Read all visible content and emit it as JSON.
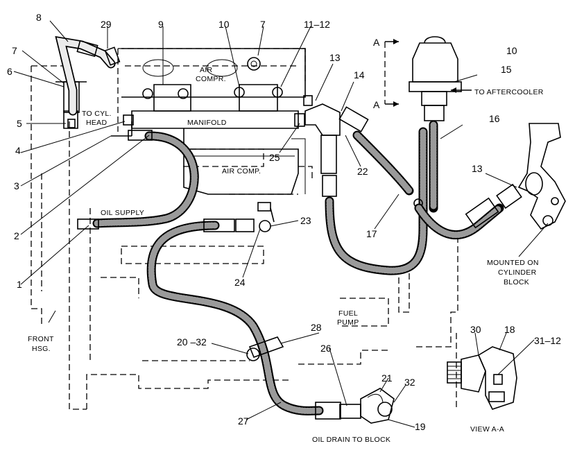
{
  "callouts": {
    "c1": "1",
    "c2": "2",
    "c3": "3",
    "c4": "4",
    "c5": "5",
    "c6": "6",
    "c7a": "7",
    "c7b": "7",
    "c8": "8",
    "c9": "9",
    "c10a": "10",
    "c10b": "10",
    "c11_12": "11–12",
    "c13a": "13",
    "c13b": "13",
    "c14": "14",
    "c15": "15",
    "c16": "16",
    "c17": "17",
    "c18": "18",
    "c19": "19",
    "c20_32": "20 –32",
    "c21": "21",
    "c22": "22",
    "c23": "23",
    "c24": "24",
    "c25": "25",
    "c26": "26",
    "c27": "27",
    "c28": "28",
    "c29": "29",
    "c30": "30",
    "c31_12": "31–12",
    "c32": "32"
  },
  "captions": {
    "to_cyl_head_1": "TO CYL.",
    "to_cyl_head_2": "HEAD",
    "air_compr_1": "AIR",
    "air_compr_2": "COMPR.",
    "manifold": "MANIFOLD",
    "air_comp": "AIR COMP.",
    "oil_supply": "OIL SUPPLY",
    "to_aftercooler": "TO AFTERCOOLER",
    "section_a_top": "A",
    "section_a_bottom": "A",
    "mounted_1": "MOUNTED ON",
    "mounted_2": "CYLINDER",
    "mounted_3": "BLOCK",
    "fuel_pump_1": "FUEL",
    "fuel_pump_2": "PUMP",
    "front_hsg_1": "FRONT",
    "front_hsg_2": "HSG.",
    "oil_drain": "OIL DRAIN TO BLOCK",
    "view_aa": "VIEW A-A"
  }
}
